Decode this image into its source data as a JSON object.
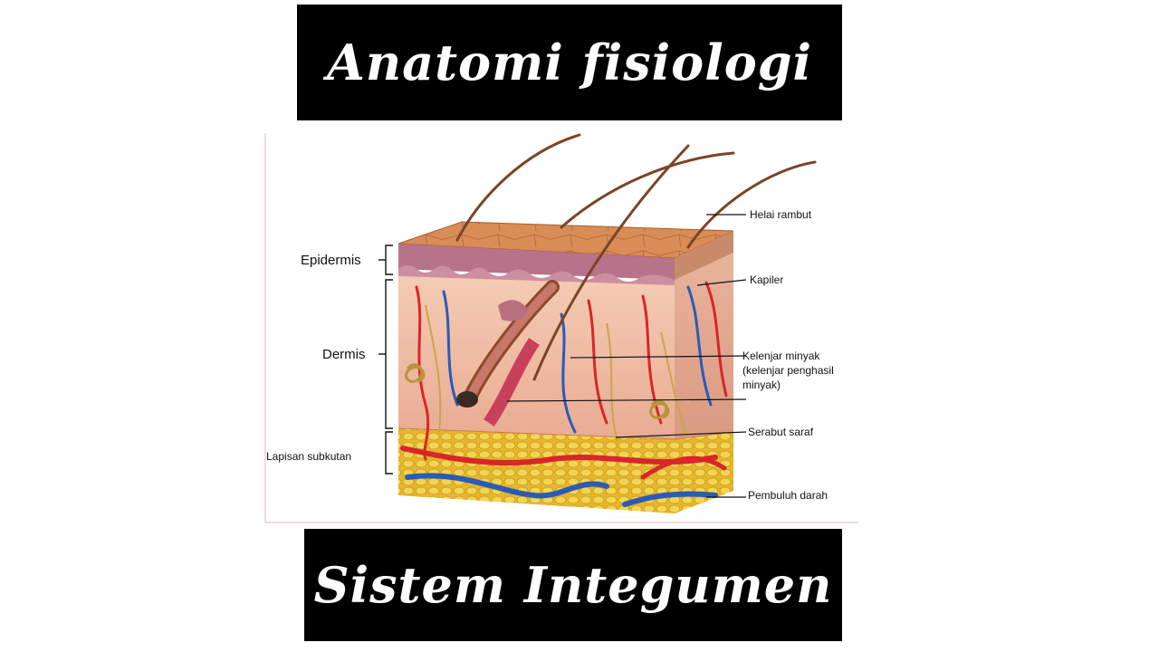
{
  "header": {
    "title": "Anatomi fisiologi"
  },
  "footer": {
    "title": "Sistem Integumen"
  },
  "diagram": {
    "layers": {
      "epidermis": "Epidermis",
      "dermis": "Dermis",
      "subcutan": "Lapisan subkutan"
    },
    "parts": {
      "hair": "Helai rambut",
      "capillary": "Kapiler",
      "sebaceous_1": "Kelenjar minyak",
      "sebaceous_2": "(kelenjar penghasil",
      "sebaceous_3": "minyak)",
      "nerve": "Serabut saraf",
      "vessel": "Pembuluh darah"
    }
  },
  "colors": {
    "banner_bg": "#000000",
    "banner_text": "#ffffff",
    "skin_surface": "#d9905a",
    "dermis": "#f2c2a8",
    "fat": "#e8c23a",
    "artery": "#d8262b",
    "vein": "#2a5bb8"
  }
}
